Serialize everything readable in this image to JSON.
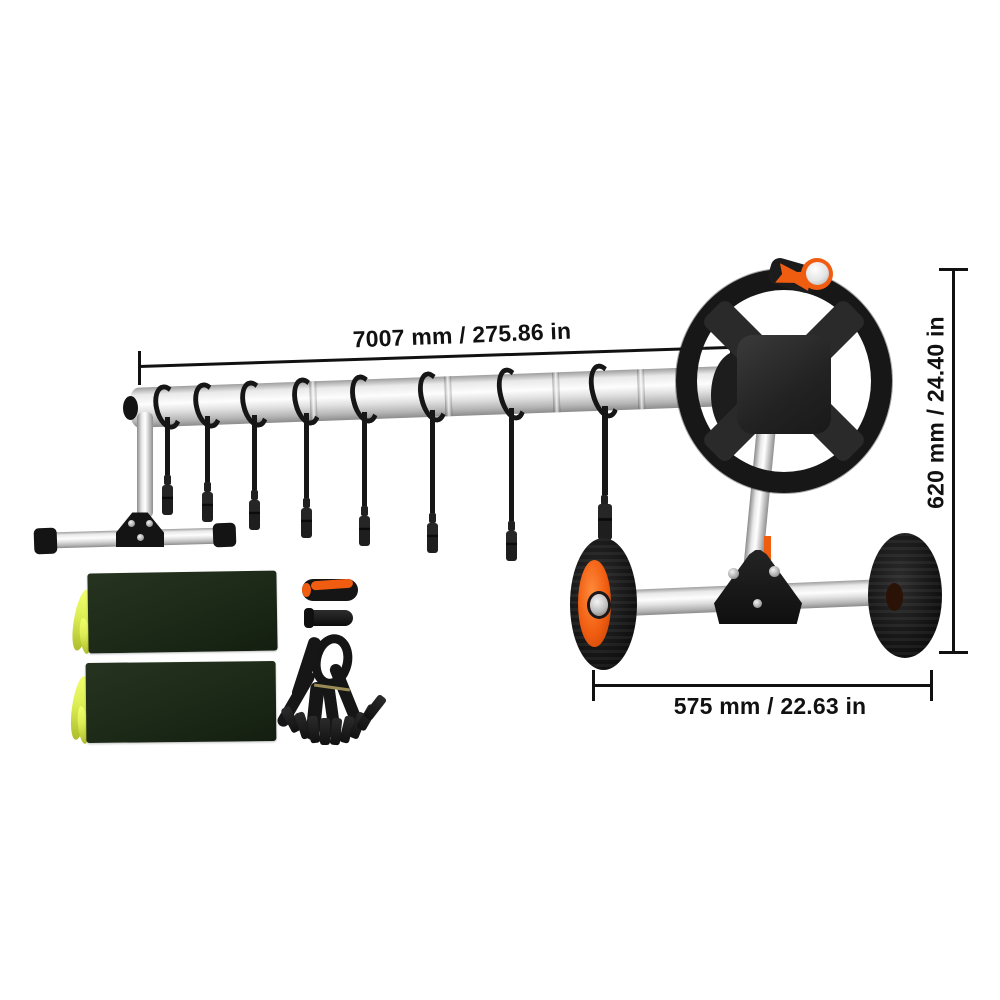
{
  "annotations": {
    "length": {
      "label": "7007 mm / 275.86 in"
    },
    "height": {
      "label": "620 mm / 24.40 in"
    },
    "width": {
      "label": "575 mm / 22.63 in"
    }
  },
  "product": {
    "strap_count": 8,
    "bag_count": 2,
    "wheel_count": 2,
    "parts": [
      "reel-tube",
      "hand-wheel",
      "crank-handle",
      "end-support-stand",
      "wheeled-base",
      "cover-straps",
      "storage-bags",
      "hand-grip-orange",
      "hand-grip-black",
      "strap-clip-bundle"
    ]
  },
  "colors": {
    "accent_orange": "#f05c10",
    "near_black": "#161616",
    "bag_green": "#1d2a18",
    "accent_chartreuse": "#dcee55",
    "annotation": "#111111",
    "background": "#ffffff"
  }
}
